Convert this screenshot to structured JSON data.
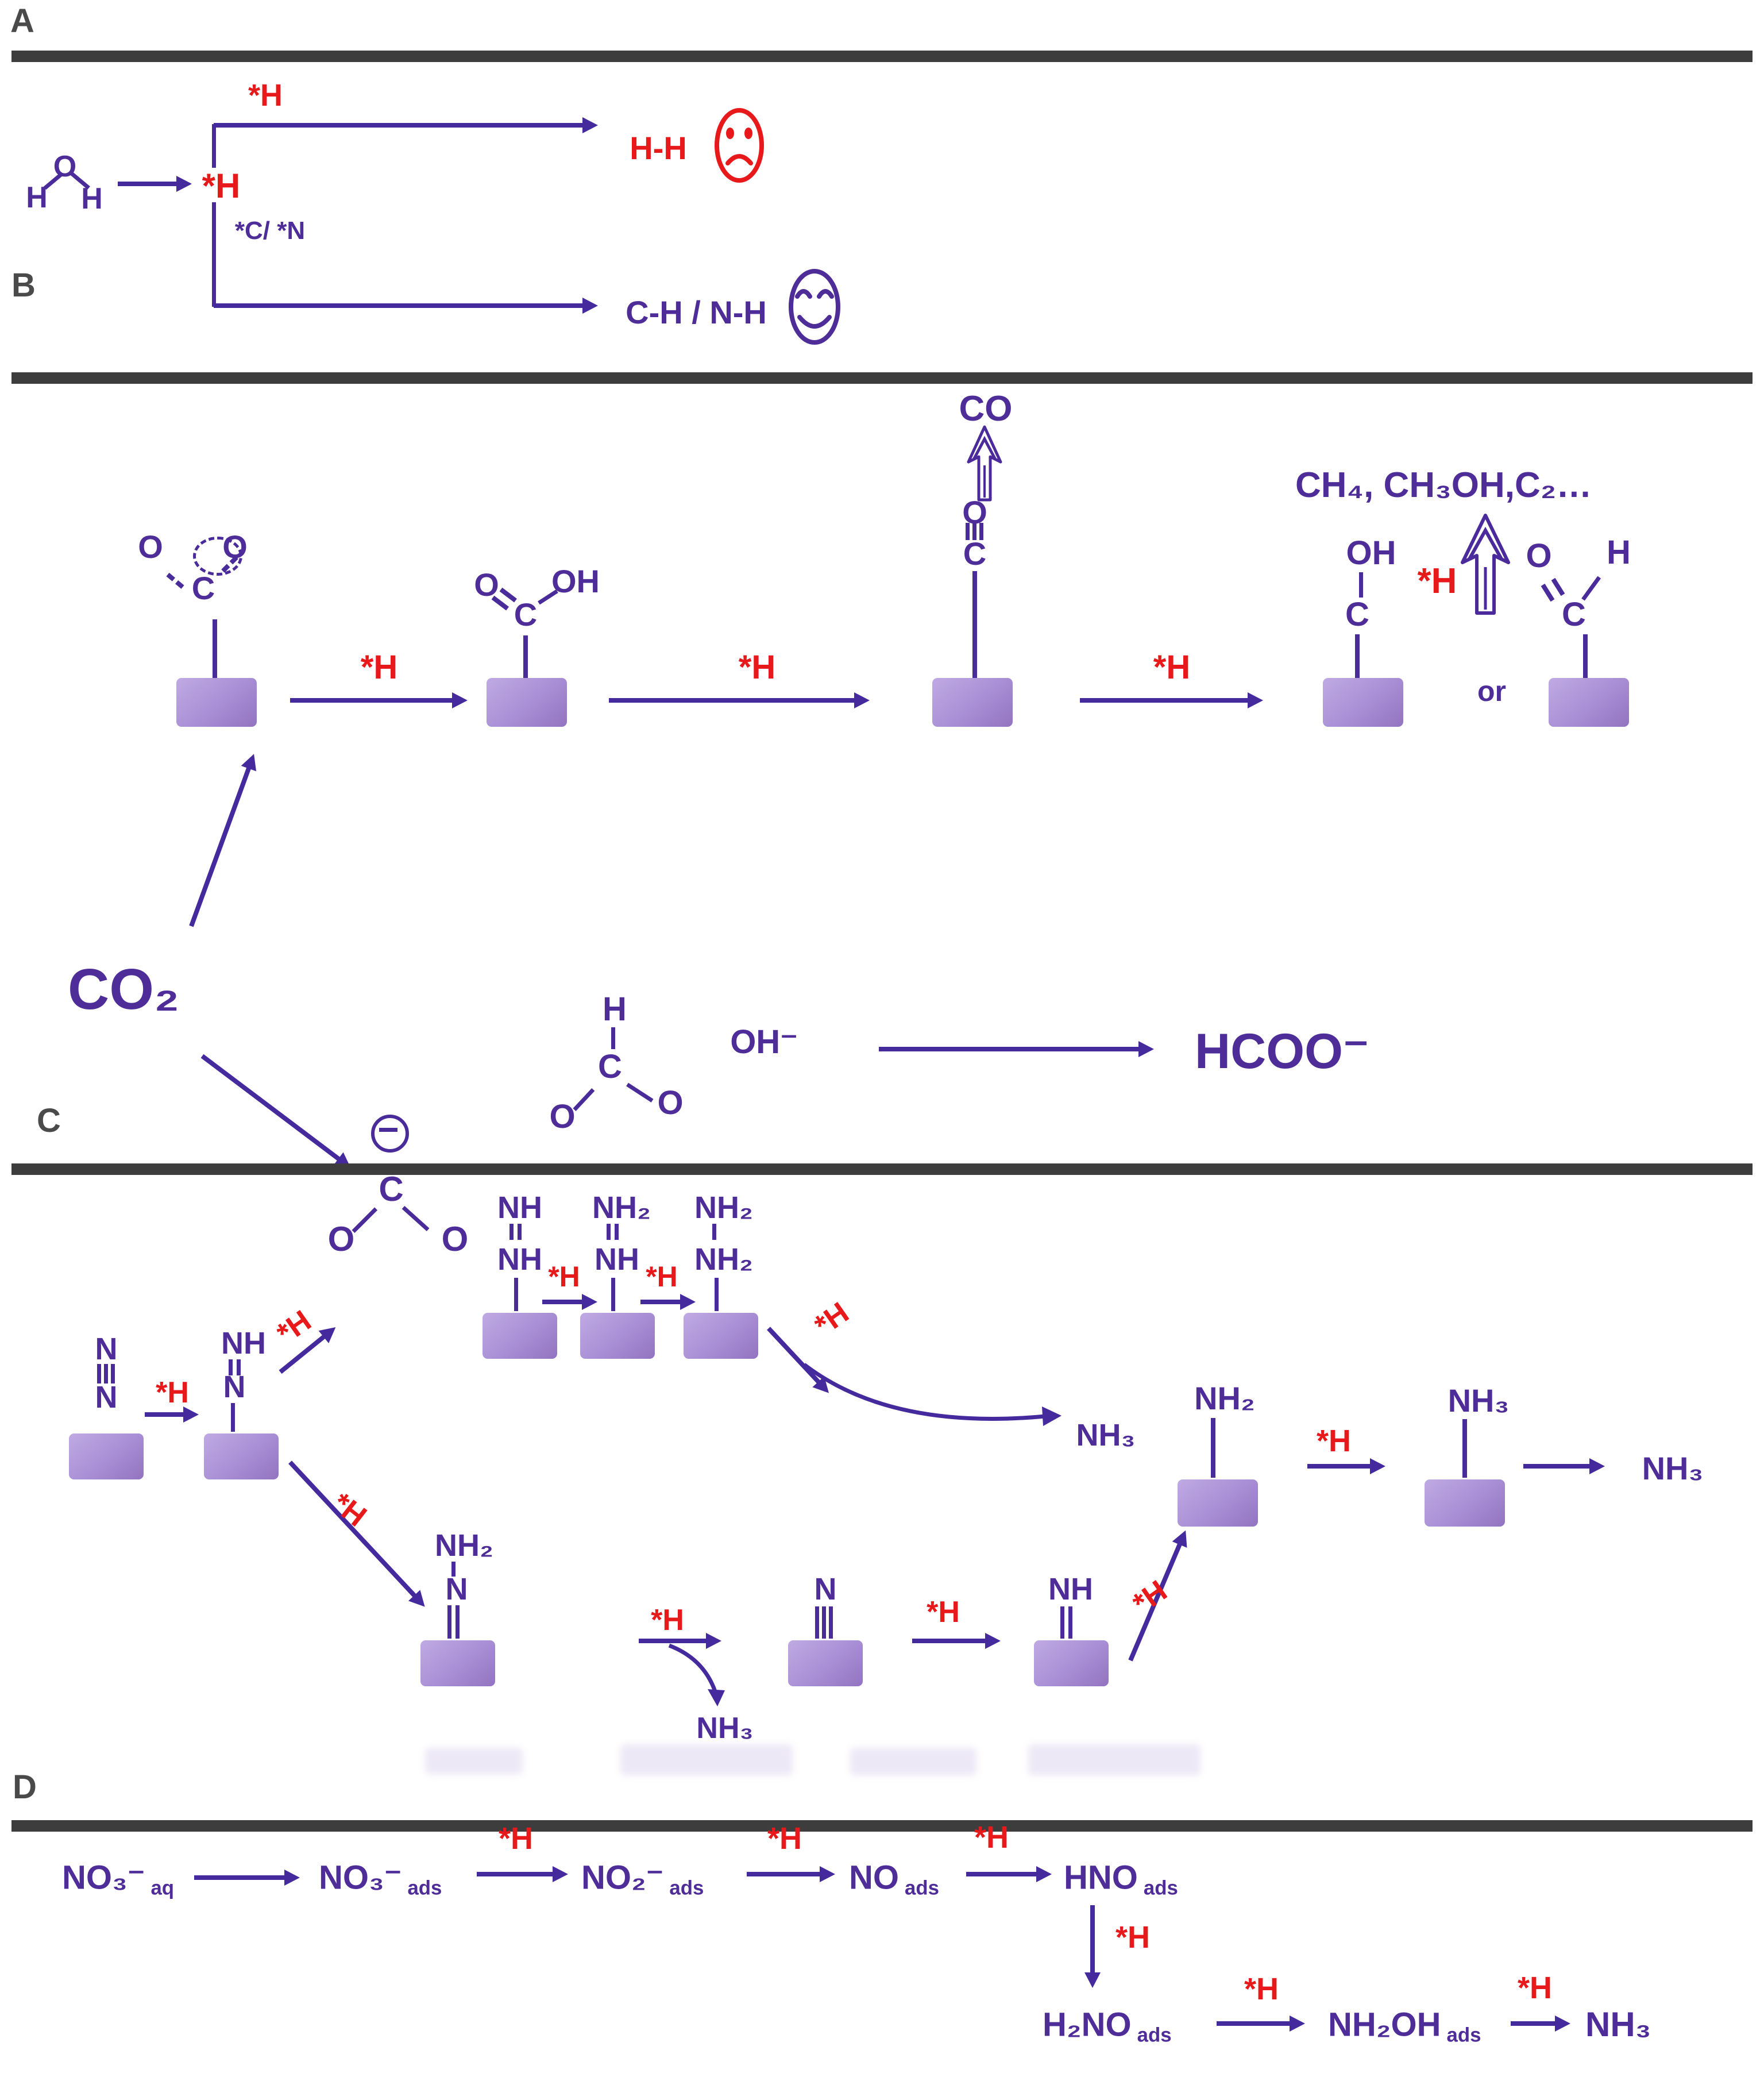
{
  "colors": {
    "purple": "#4f2d99",
    "arrow_purple": "#452a9e",
    "red": "#e8191b",
    "slab_light": "#c0aae4",
    "slab_dark": "#9273c0",
    "bar_gray": "#3d3d3d",
    "label_gray": "#4a4a4a"
  },
  "shared": {
    "star_h": "*H",
    "h": "H",
    "o": "O",
    "c": "C",
    "n": "N",
    "oh": "OH",
    "nh": "NH",
    "nh2": "NH₂",
    "nh3": "NH₃",
    "co": "CO",
    "or": "or",
    "ads": "ads",
    "aq": "aq"
  },
  "panelA": {
    "label": "A",
    "hh": "H-H",
    "cn": "*C/ *N",
    "chnh": "C-H / N-H"
  },
  "panelB": {
    "label": "B",
    "co2": "CO₂",
    "heading": "CH₄, CH₃OH,C₂…",
    "oh_minus": "OH⁻",
    "hcoo": "HCOO⁻"
  },
  "panelC": {
    "label": "C"
  },
  "panelD": {
    "label": "D",
    "no3": "NO₃⁻",
    "no2": "NO₂⁻",
    "no": "NO",
    "hno": "HNO",
    "h2no": "H₂NO",
    "nh2oh": "NH₂OH",
    "nh3": "NH₃"
  }
}
